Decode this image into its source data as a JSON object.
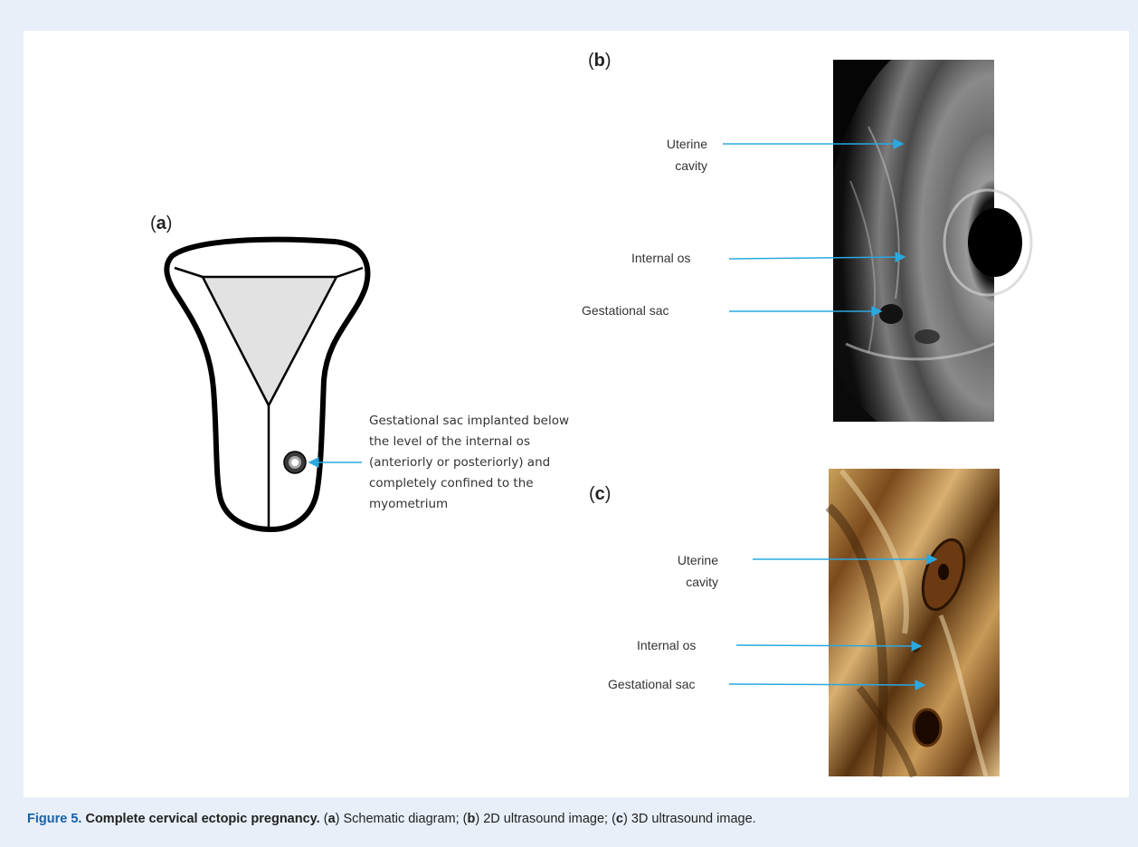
{
  "panels": {
    "a": {
      "letter": "a"
    },
    "b": {
      "letter": "b"
    },
    "c": {
      "letter": "c"
    }
  },
  "schematic_annotation": {
    "lines": [
      "Gestational sac implanted below",
      "the level of the internal os",
      "(anteriorly or posteriorly) and",
      "completely confined to the",
      "myometrium"
    ]
  },
  "ultrasound_2d": {
    "uterine_cavity": [
      "Uterine",
      "cavity"
    ],
    "internal_os": "Internal os",
    "gestational_sac": "Gestational sac"
  },
  "ultrasound_3d": {
    "uterine_cavity": [
      "Uterine",
      "cavity"
    ],
    "internal_os": "Internal os",
    "gestational_sac": "Gestational sac"
  },
  "caption": {
    "figure_label": "Figure 5.",
    "title": "Complete cervical ectopic pregnancy.",
    "text_parts": [
      "(",
      "a",
      ") Schematic diagram; (",
      "b",
      ") 2D ultrasound image; (",
      "c",
      ") 3D ultrasound image."
    ]
  },
  "colors": {
    "arrow": "#2aa8e0",
    "caption_label": "#1561a8",
    "frame_background": "#e8eff8"
  }
}
